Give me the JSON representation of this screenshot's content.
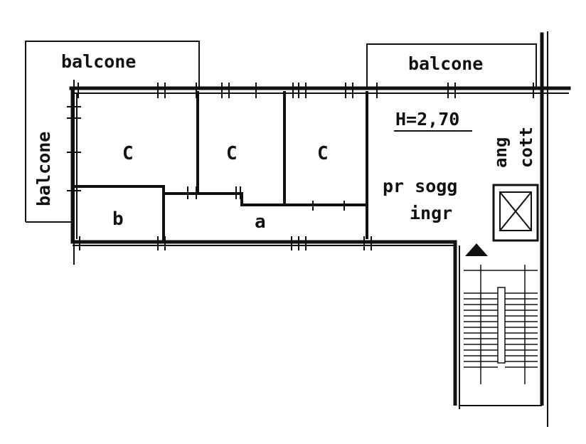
{
  "plan": {
    "labels": {
      "balcone_top_left": "balcone",
      "balcone_top_right": "balcone",
      "balcone_left": "balcone",
      "room_c1": "C",
      "room_c2": "C",
      "room_c3": "C",
      "room_b": "b",
      "room_a": "a",
      "height": "H=2,70",
      "pr_sogg": "pr sogg",
      "ingr": "ingr",
      "ang": "ang",
      "cott": "cott"
    },
    "colors": {
      "ink": "#111111",
      "background": "#ffffff"
    }
  }
}
